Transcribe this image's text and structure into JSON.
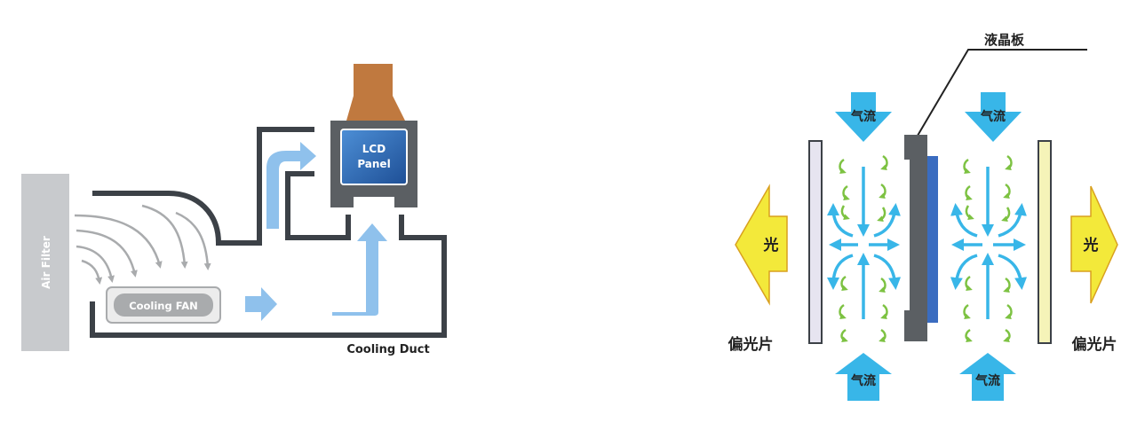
{
  "left_diagram": {
    "air_filter_label": "Air Filter",
    "fan_label": "Cooling FAN",
    "panel_label_line1": "LCD",
    "panel_label_line2": "Panel",
    "duct_label": "Cooling Duct",
    "colors": {
      "duct": "#3c4147",
      "filter": "#c8cacd",
      "flow_arrow": "#8fc1ec",
      "panel_blue": "#2f6ab3",
      "cable": "#c0793f",
      "intake_arrow": "#a9abad"
    }
  },
  "right_diagram": {
    "lcd_plate_label": "液晶板",
    "airflow_label_top_left": "气流",
    "airflow_label_top_right": "气流",
    "airflow_label_bottom_left": "气流",
    "airflow_label_bottom_right": "气流",
    "light_label_left": "光",
    "light_label_right": "光",
    "polarizer_label_left": "偏光片",
    "polarizer_label_right": "偏光片",
    "colors": {
      "airflow_arrow": "#38b6e8",
      "light_arrow": "#f3e93a",
      "swirl": "#7dc242",
      "plate": "#5b5f63",
      "plate_blue": "#3a6cc0",
      "polarizer_left": "#e6e4f0",
      "polarizer_right": "#f5f3b8"
    }
  }
}
